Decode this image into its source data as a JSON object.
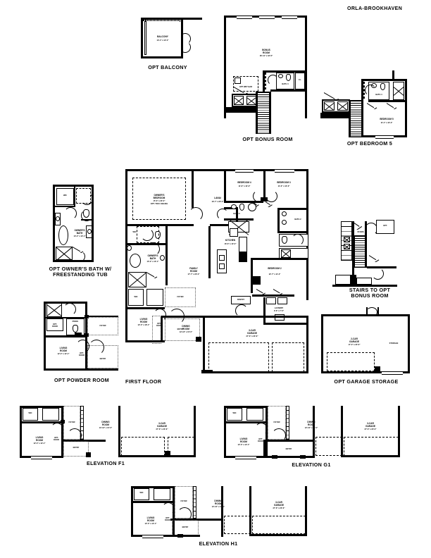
{
  "document": {
    "title": "ORLA-BROOKHAVEN",
    "type": "architectural-floor-plan-sheet"
  },
  "plans": [
    {
      "id": "opt-balcony",
      "title": "OPT BALCONY",
      "rooms": [
        {
          "name": "BALCONY",
          "dims": "13'-4\" x 12'-0\""
        }
      ]
    },
    {
      "id": "opt-bonus-room",
      "title": "OPT BONUS ROOM",
      "rooms": [
        {
          "name": "BONUS\nROOM",
          "dims": "26'-11\" x 18'-6\""
        },
        {
          "name": "OPT WET BAR",
          "dims": ""
        },
        {
          "name": "BATH 4",
          "dims": ""
        },
        {
          "name": "CL.",
          "dims": ""
        }
      ]
    },
    {
      "id": "opt-bedroom-5",
      "title": "OPT BEDROOM 5",
      "rooms": [
        {
          "name": "BEDROOM 5",
          "dims": "11'-4\" x 13'-2\""
        },
        {
          "name": "BATH 4",
          "dims": ""
        },
        {
          "name": "CL.",
          "dims": ""
        }
      ]
    },
    {
      "id": "opt-owners-bath",
      "title": "OPT OWNER'S BATH W/\nFREESTANDING TUB",
      "rooms": [
        {
          "name": "OWNER'S\nBATH",
          "dims": "13'-2\" x 10'-1\""
        },
        {
          "name": "WIC",
          "dims": ""
        }
      ]
    },
    {
      "id": "opt-powder-room",
      "title": "OPT POWDER ROOM",
      "rooms": [
        {
          "name": "LIVING\nROOM",
          "dims": "12'-0\" x 12'-4\""
        },
        {
          "name": "FOYER",
          "dims": ""
        },
        {
          "name": "ENTRY",
          "dims": ""
        },
        {
          "name": "PWDR.",
          "dims": ""
        },
        {
          "name": "WIC",
          "dims": ""
        },
        {
          "name": "OPT.\nDOOR",
          "dims": ""
        }
      ]
    },
    {
      "id": "first-floor",
      "title": "FIRST FLOOR",
      "rooms": [
        {
          "name": "OWNER'S\nBEDROOM",
          "dims": "15'-6\" x 20'-0\"",
          "note": "OPT. TRAY CEILING"
        },
        {
          "name": "LANAI",
          "dims": "16'-7\" x 20'-0\""
        },
        {
          "name": "BEDROOM 4",
          "dims": "11'-6\" x 12'-0\""
        },
        {
          "name": "BEDROOM 3",
          "dims": "11'-6\" x 12'-0\""
        },
        {
          "name": "BEDROOM 2",
          "dims": "12'-7\" x 11'-2\""
        },
        {
          "name": "FAMILY\nROOM",
          "dims": "17'-7\" x 20'-0\""
        },
        {
          "name": "KITCHEN",
          "dims": "16'-6\" x 10'-0\""
        },
        {
          "name": "DINING\nROOM",
          "dims": "12'-10\" x 15'-0\""
        },
        {
          "name": "OWNER'S\nBATH",
          "dims": "13'-2\" x 10'-1\""
        },
        {
          "name": "BATH 3",
          "dims": ""
        },
        {
          "name": "BATH 2",
          "dims": ""
        },
        {
          "name": "LAUNDRY",
          "dims": "9'-6\" x 7'-6\""
        },
        {
          "name": "3-CAR\nGARAGE",
          "dims": "27'-6\" x 20'-6\""
        },
        {
          "name": "LIVING\nROOM",
          "dims": "12'-0\" x 18'-4\""
        },
        {
          "name": "FOYER",
          "dims": ""
        },
        {
          "name": "ENTRY",
          "dims": ""
        },
        {
          "name": "WIC",
          "dims": ""
        },
        {
          "name": "OPT.\nDOOR",
          "dims": ""
        },
        {
          "name": "PANTRY",
          "dims": ""
        }
      ]
    },
    {
      "id": "stairs-to-opt-bonus",
      "title": "STAIRS TO OPT\nBONUS ROOM",
      "rooms": [
        {
          "name": "OPT.",
          "dims": ""
        },
        {
          "name": "STAIRS",
          "dims": ""
        }
      ]
    },
    {
      "id": "opt-garage-storage",
      "title": "OPT GARAGE STORAGE",
      "rooms": [
        {
          "name": "2-CAR\nGARAGE",
          "dims": "17'-0\" x 20'-6\""
        },
        {
          "name": "STORAGE",
          "dims": ""
        }
      ]
    },
    {
      "id": "elevation-f1",
      "title": "ELEVATION F1",
      "rooms": [
        {
          "name": "LIVING\nROOM",
          "dims": "12'-0\" x 12'-4\""
        },
        {
          "name": "FOYER",
          "dims": ""
        },
        {
          "name": "DINING\nROOM",
          "dims": "12'-10\" x 15'-0\""
        },
        {
          "name": "3-CAR\nGARAGE",
          "dims": "27'-6\" x 20'-6\""
        },
        {
          "name": "ENTRY",
          "dims": ""
        },
        {
          "name": "WIC",
          "dims": ""
        },
        {
          "name": "OPT.\nDOOR",
          "dims": ""
        }
      ]
    },
    {
      "id": "elevation-g1",
      "title": "ELEVATION G1",
      "rooms": [
        {
          "name": "LIVING\nROOM",
          "dims": "12'-0\" x 12'-4\""
        },
        {
          "name": "FOYER",
          "dims": ""
        },
        {
          "name": "DINING\nROOM",
          "dims": "12'-10\" x 15'-0\""
        },
        {
          "name": "3-CAR\nGARAGE",
          "dims": "27'-6\" x 20'-6\""
        },
        {
          "name": "ENTRY",
          "dims": ""
        },
        {
          "name": "WIC",
          "dims": ""
        },
        {
          "name": "OPT.\nDOOR",
          "dims": ""
        }
      ]
    },
    {
      "id": "elevation-h1",
      "title": "ELEVATION H1",
      "rooms": [
        {
          "name": "LIVING\nROOM",
          "dims": "12'-0\" x 12'-4\""
        },
        {
          "name": "FOYER",
          "dims": ""
        },
        {
          "name": "DINING\nROOM",
          "dims": "12'-10\" x 15'-0\""
        },
        {
          "name": "3-CAR\nGARAGE",
          "dims": "27'-6\" x 20'-6\""
        },
        {
          "name": "ENTRY",
          "dims": ""
        },
        {
          "name": "WIC",
          "dims": ""
        },
        {
          "name": "OPT.\nDOOR",
          "dims": ""
        }
      ]
    }
  ]
}
